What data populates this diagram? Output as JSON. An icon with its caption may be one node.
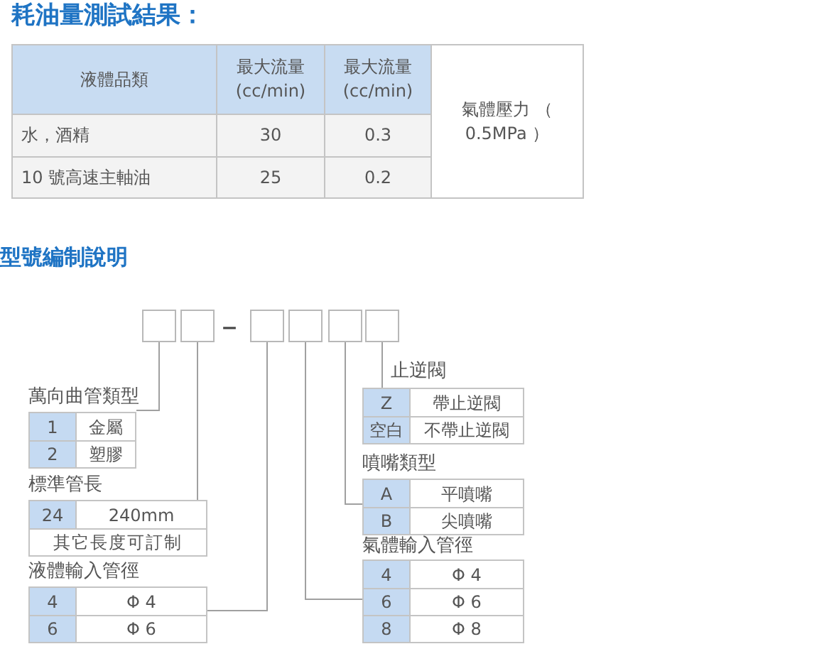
{
  "diagram": {
    "title": "耗油量測試結果：",
    "nodes": [
      {
        "text": [],
        "shape": "box"
      },
      {
        "text": [],
        "shape": "box"
      },
      {
        "text": [],
        "shape": "box"
      },
      {
        "text": [],
        "shape": "box"
      },
      {
        "text": [],
        "shape": "box"
      },
      {
        "text": [],
        "shape": "box"
      },
      {
        "text": [
          "萬向曲管類型",
          "1",
          "金屬",
          "2",
          "塑膠"
        ]
      },
      {
        "text": [
          "標準管長",
          "24",
          "240mm",
          "其它長度可訂制"
        ]
      },
      {
        "text": [
          "液體輸入管徑",
          "4",
          "Φ 4",
          "6",
          "Φ 6"
        ]
      },
      {
        "text": [
          "止逆閥",
          "Z",
          "帶止逆閥",
          "空白",
          "不帶止逆閥"
        ]
      },
      {
        "text": [
          "噴嘴類型",
          "A",
          "平噴嘴",
          "B",
          "尖噴嘴"
        ]
      },
      {
        "text": [
          "氣體輸入管徑",
          "4",
          "Φ 4",
          "6",
          "Φ 6",
          "8",
          "Φ 8"
        ]
      }
    ],
    "edges": [
      {
        "from": 0,
        "to": 6,
        "arrow": "none"
      },
      {
        "from": 1,
        "to": 7,
        "arrow": "none"
      },
      {
        "from": 2,
        "to": 8,
        "arrow": "none"
      },
      {
        "from": 3,
        "to": 11,
        "arrow": "none"
      },
      {
        "from": 4,
        "to": 10,
        "arrow": "none"
      },
      {
        "from": 5,
        "to": 9,
        "arrow": "none"
      }
    ],
    "labels": [
      "液體品類",
      "最大流量 (cc/min)",
      "最大流量 (cc/min)",
      "氣體壓力 （ 0.5MPa ）",
      "水，酒精",
      "30",
      "0.3",
      "10 號高速主軸油",
      "25",
      "0.2",
      "型號編制說明",
      "–"
    ]
  }
}
